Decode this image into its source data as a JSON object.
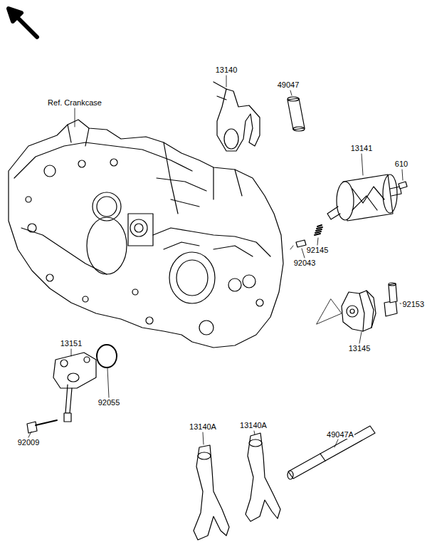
{
  "diagram": {
    "labels": [
      "Ref. Crankcase",
      "13140",
      "49047",
      "13141",
      "610",
      "92145",
      "92043",
      "92153",
      "13145",
      "13151",
      "92055",
      "92009",
      "13140A",
      "13140A",
      "49047A"
    ]
  }
}
